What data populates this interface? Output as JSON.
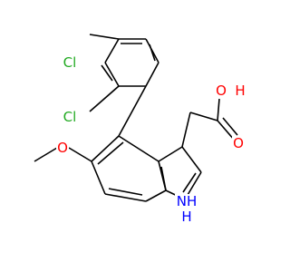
{
  "molecule": {
    "atoms": {
      "cl1": {
        "text": "Cl",
        "color": "#22aa22"
      },
      "cl2": {
        "text": "Cl",
        "color": "#22aa22"
      },
      "o_methoxy": {
        "text": "O",
        "color": "#ff0000"
      },
      "o_hydroxyl": {
        "text": "O",
        "color": "#ff0000"
      },
      "h_hydroxyl": {
        "text": "H",
        "color": "#ff0000"
      },
      "o_carbonyl": {
        "text": "O",
        "color": "#ff0000"
      },
      "nh": {
        "text": "NH",
        "color": "#0000ff"
      },
      "nh_h": {
        "text": "H",
        "color": "#0000ff"
      }
    }
  }
}
